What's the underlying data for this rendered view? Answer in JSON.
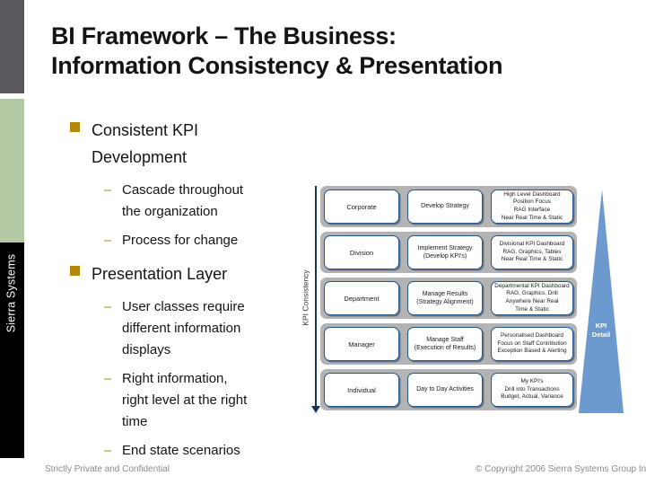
{
  "slide": {
    "title_line1": "BI Framework – The Business:",
    "title_line2": "Information Consistency & Presentation"
  },
  "brand": {
    "vertical_text": "Sierra Systems"
  },
  "icons": {
    "dash_bullet": "–",
    "square_bullet": "square",
    "down_arrow": "down-arrow"
  },
  "bullets": [
    {
      "label": "Consistent KPI Development",
      "children": [
        "Cascade throughout the organization",
        "Process for change"
      ]
    },
    {
      "label": "Presentation Layer",
      "children": [
        "User classes require different information displays",
        "Right information, right level at the right time",
        "End state scenarios"
      ]
    }
  ],
  "diagram": {
    "axis_label": "KPI Consistency",
    "triangle_label": "KPI\nDetail",
    "rows": [
      {
        "level": "Corporate",
        "activity": "Develop Strategy",
        "output": "High Level Dashboard\nPosition Focus\nRAG Interface\nNear Real Time & Static"
      },
      {
        "level": "Division",
        "activity": "Implement Strategy\n(Develop KPI's)",
        "output": "Divisional KPI Dashboard\nRAG, Graphics, Tables\nNear Real Time & Static"
      },
      {
        "level": "Department",
        "activity": "Manage Results\n(Strategy Alignment)",
        "output": "Departmental KPI Dashboard\nRAG, Graphics, Drill\nAnywhere Near Real\nTime & Static"
      },
      {
        "level": "Manager",
        "activity": "Manage Staff\n(Execution of Results)",
        "output": "Personalised Dashboard\nFocus on Staff Contribution\nException Based & Alerting"
      },
      {
        "level": "Individual",
        "activity": "Day to Day Activities",
        "output": "My KPI's\nDrill into Transactions\nBudget, Actual, Variance"
      }
    ]
  },
  "footer": {
    "left": "Strictly Private and Confidential",
    "right": "© Copyright 2006 Sierra Systems Group In"
  },
  "colors": {
    "title_text": "#141414",
    "bullet_gold": "#b6860b",
    "dash_gold": "#a58b22",
    "sidebar_gray": "#58585d",
    "sidebar_green": "#b4c9a3",
    "sidebar_black": "#000000",
    "diagram_row_gray": "#b3b3b3",
    "box_border_navy": "#24588c",
    "axis_navy": "#17365d",
    "triangle_blue": "#6d9ace",
    "footer_gray": "#8a8a8a"
  }
}
